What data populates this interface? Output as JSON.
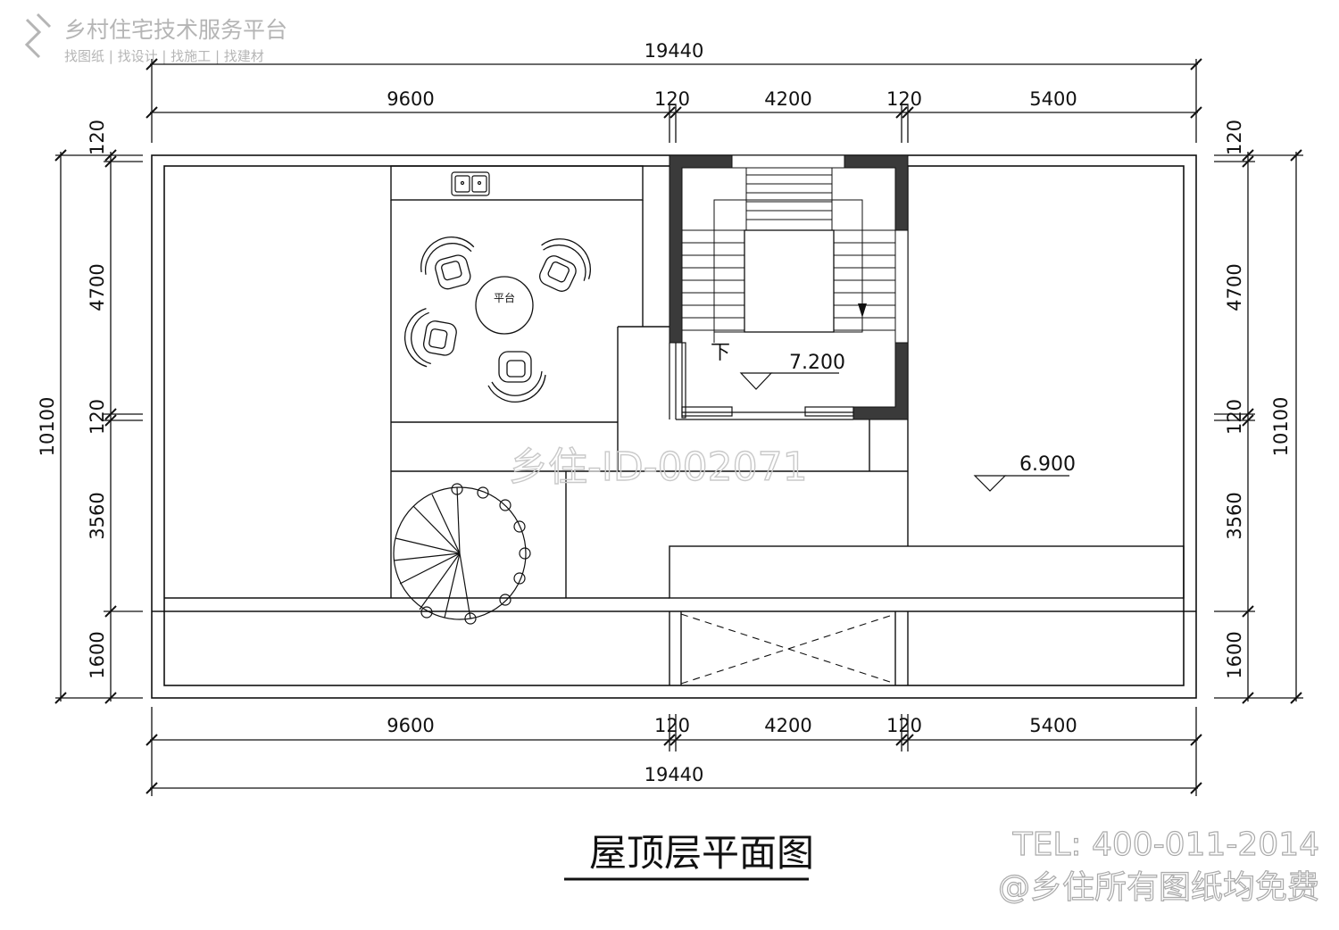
{
  "watermark": {
    "brand": "乡村住宅技术服务平台",
    "tagline": "找图纸 | 找设计 | 找施工 | 找建材",
    "id_stamp": "乡住-ID-002071",
    "tel": "TEL: 400-011-2014",
    "free_note": "@乡住所有图纸均免费"
  },
  "drawing": {
    "title": "屋顶层平面图",
    "room_label": "平台",
    "stair_down_label": "下",
    "levels": {
      "stair": "7.200",
      "roof": "6.900"
    }
  },
  "dimensions": {
    "total_width": "19440",
    "top_segments": [
      "9600",
      "120",
      "4200",
      "120",
      "5400"
    ],
    "bottom_segments": [
      "9600",
      "120",
      "4200",
      "120",
      "5400"
    ],
    "total_depth": "10100",
    "side_segments": [
      "120",
      "4700",
      "120",
      "3560",
      "1600"
    ]
  },
  "colors": {
    "line": "#111111",
    "wall_fill": "#3a3a3a",
    "watermark": "#b5b5b5"
  }
}
